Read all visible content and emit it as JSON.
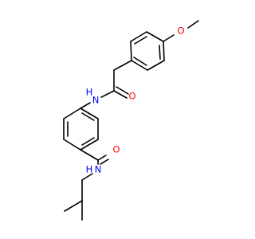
{
  "molecule": {
    "atoms": {
      "methoxy_oxygen": "O",
      "amide1_nitrogen": "H",
      "amide1_nitrogen_letter": "N",
      "amide1_oxygen": "O",
      "amide2_nitrogen": "N",
      "amide2_hydrogen": "H",
      "amide2_oxygen": "O"
    },
    "colors": {
      "bond": "#000000",
      "oxygen": "#ff0000",
      "nitrogen": "#0000ff"
    }
  }
}
